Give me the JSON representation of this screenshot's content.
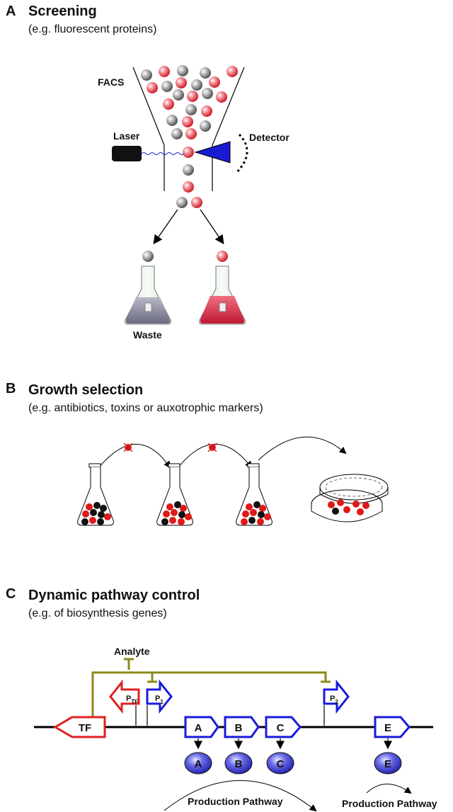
{
  "panel_a": {
    "letter": "A",
    "title": "Screening",
    "subtitle": "(e.g. fluorescent proteins)",
    "facs_label": "FACS",
    "laser_label": "Laser",
    "detector_label": "Detector",
    "waste_label": "Waste"
  },
  "panel_b": {
    "letter": "B",
    "title": "Growth selection",
    "subtitle": "(e.g. antibiotics, toxins or auxotrophic markers)"
  },
  "panel_c": {
    "letter": "C",
    "title": "Dynamic pathway control",
    "subtitle": "(e.g. of biosynthesis genes)",
    "analyte_label": "Analyte",
    "tf_label": "TF",
    "ptf_label": "P",
    "ptf_sub": "TF",
    "p1_label": "P",
    "p1_sub": "1",
    "p2_label": "P",
    "p2_sub": "2",
    "genes": [
      "A",
      "B",
      "C",
      "E"
    ],
    "enzymes": [
      "A",
      "B",
      "C",
      "E"
    ],
    "pathway_label_1": "Production Pathway",
    "pathway_label_2": "Production Pathway"
  },
  "colors": {
    "red": "#e02020",
    "blue": "#1a1adc",
    "olive": "#8a8a1a",
    "grey_bead": "#8a8a8a",
    "red_bead": "#e63946",
    "black": "#000000"
  }
}
